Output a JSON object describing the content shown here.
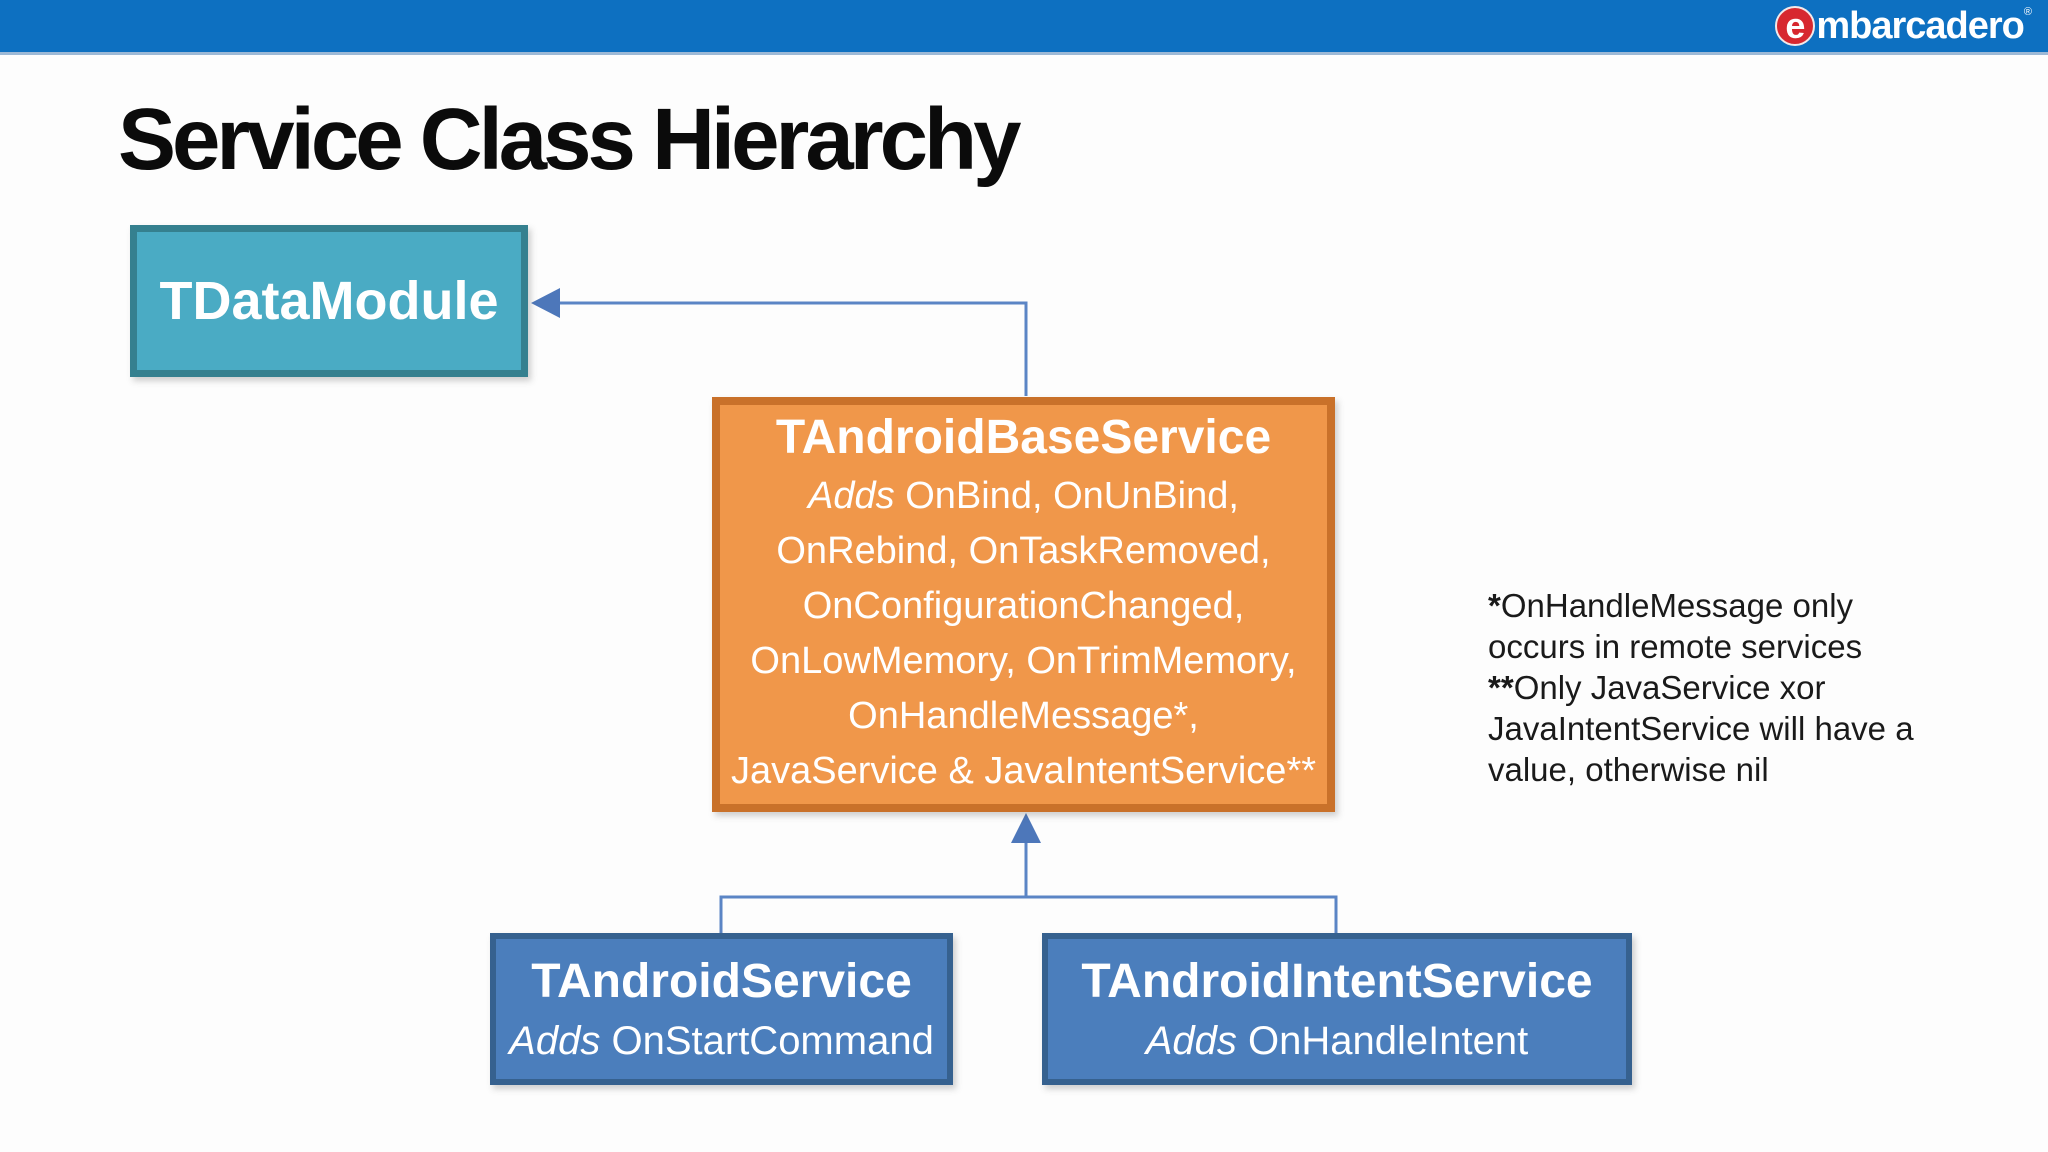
{
  "header": {
    "logo_e": "e",
    "logo_rest": "mbarcadero",
    "logo_reg": "®"
  },
  "title": "Service Class Hierarchy",
  "diagram": {
    "tdatamodule": {
      "label": "TDataModule"
    },
    "base": {
      "title": "TAndroidBaseService",
      "lines": [
        {
          "italic": "Adds ",
          "text": "OnBind, OnUnBind,"
        },
        {
          "italic": "",
          "text": "OnRebind, OnTaskRemoved,"
        },
        {
          "italic": "",
          "text": "OnConfigurationChanged,"
        },
        {
          "italic": "",
          "text": "OnLowMemory, OnTrimMemory,"
        },
        {
          "italic": "",
          "text": "OnHandleMessage*,"
        },
        {
          "italic": "",
          "text": "JavaService & JavaIntentService**"
        }
      ]
    },
    "service": {
      "title": "TAndroidService",
      "sub_italic": "Adds ",
      "sub_text": "OnStartCommand"
    },
    "intent_service": {
      "title": "TAndroidIntentService",
      "sub_italic": "Adds ",
      "sub_text": "OnHandleIntent"
    },
    "note_lines": [
      {
        "bold": "*",
        "text": "OnHandleMessage only"
      },
      {
        "bold": "",
        "text": "occurs in remote services"
      },
      {
        "bold": "**",
        "text": "Only JavaService xor"
      },
      {
        "bold": "",
        "text": "JavaIntentService will have a"
      },
      {
        "bold": "",
        "text": "value, otherwise nil"
      }
    ]
  },
  "colors": {
    "header_blue": "#0d70c1",
    "logo_red": "#d7282f",
    "teal_fill": "#4aabc4",
    "teal_border": "#35808f",
    "orange_fill": "#f0974a",
    "orange_border": "#c9712a",
    "blue_fill": "#4b7ebc",
    "blue_border": "#36618f",
    "connector_blue": "#5b85c5",
    "title_black": "#0b0b0b"
  }
}
